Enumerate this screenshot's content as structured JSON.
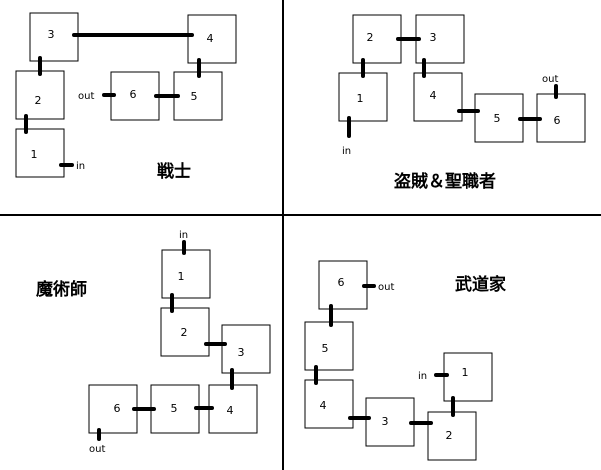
{
  "panels": {
    "top_left": {
      "title": "戦士",
      "in_label": "in",
      "out_label": "out",
      "boxes": [
        "3",
        "4",
        "2",
        "6",
        "5",
        "1"
      ]
    },
    "top_right": {
      "title": "盗賊＆聖職者",
      "in_label": "in",
      "out_label": "out",
      "boxes": [
        "2",
        "3",
        "1",
        "4",
        "5",
        "6"
      ]
    },
    "bottom_left": {
      "title": "魔術師",
      "in_label": "in",
      "out_label": "out",
      "boxes": [
        "1",
        "2",
        "3",
        "6",
        "5",
        "4"
      ]
    },
    "bottom_right": {
      "title": "武道家",
      "in_label": "in",
      "out_label": "out",
      "boxes": [
        "6",
        "5",
        "1",
        "4",
        "3",
        "2"
      ]
    }
  }
}
